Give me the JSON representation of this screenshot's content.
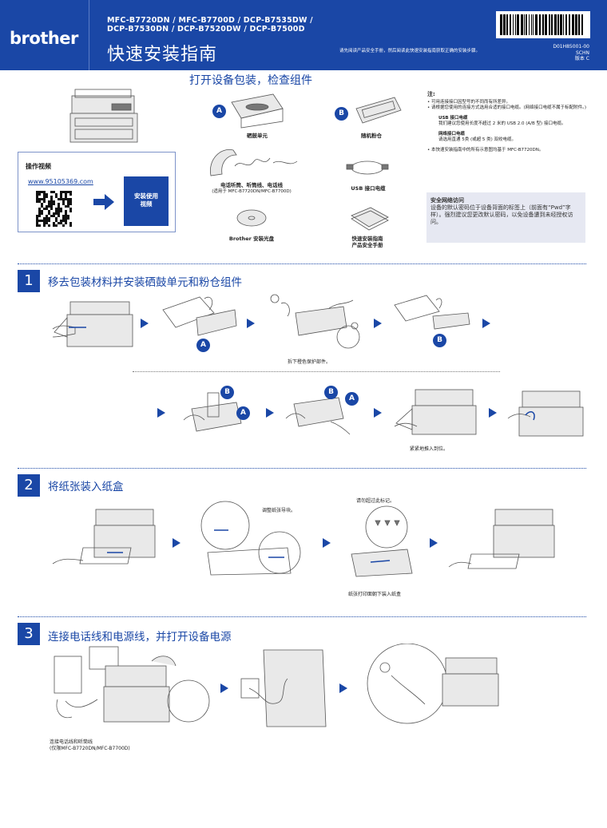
{
  "header": {
    "brand": "brother",
    "models_line1": "MFC-B7720DN / MFC-B7700D / DCP-B7535DW /",
    "models_line2": "DCP-B7530DN / DCP-B7520DW / DCP-B7500D",
    "title": "快速安装指南",
    "note": "请先阅读产品安全手册，然后阅读此快速安装指南获取正确的安装步骤。",
    "doc_code": "D01H85001-00",
    "lang": "SCHN",
    "version": "版本 C"
  },
  "unbox": {
    "title": "打开设备包装，检查组件",
    "items": {
      "a_label": "硒鼓单元",
      "b_label": "随机粉仓",
      "phone_label": "电话听筒、听筒线、电话线",
      "phone_sub": "(适用于 MFC-B7720DN/MFC-B7700D)",
      "usb_label": "USB 接口电缆",
      "cd_label": "Brother 安装光盘",
      "guide_label1": "快速安装指南",
      "guide_label2": "产品安全手册",
      "badge_a": "A",
      "badge_b": "B"
    },
    "video": {
      "title": "操作视频",
      "link": "www.95105369.com",
      "button_line1": "安装使用",
      "button_line2": "视频"
    }
  },
  "notes": {
    "title": "注:",
    "line1": "• 可用连接接口因型号的不同而有所差异。",
    "line2": "• 请根据您使用的连接方式选用合适的接口电缆。(网络接口电缆不属于标配附件。)",
    "usb_title": "USB 接口电缆",
    "usb_body": "我们建议您使用长度不超过 2 米的 USB 2.0 (A/B 型) 接口电缆。",
    "net_title": "网络接口电缆",
    "net_body": "请选用直通 5类 (或超 5 类) 双绞电缆。",
    "line3": "• 本快速安装指南中的所有示意图均基于 MFC-B7720DN。"
  },
  "security": {
    "title": "安全网络访问",
    "body": "设备的默认密码位于设备背面的标签上（前面有“Pwd”字样）。强烈建议您更改默认密码，以免设备遭到未经授权访问。"
  },
  "steps": [
    {
      "num": "1",
      "title": "移去包装材料并安装硒鼓单元和粉仓组件",
      "caption1": "拆下橙色保护部件。",
      "caption2": "紧紧地推入到位。"
    },
    {
      "num": "2",
      "title": "将纸张装入纸盒",
      "caption1": "调整纸张导块。",
      "caption2": "请勿超过此标记。",
      "caption3": "纸张打印面朝下装入纸盒"
    },
    {
      "num": "3",
      "title": "连接电话线和电源线，并打开设备电源",
      "caption1": "连接电话线和听筒线",
      "caption2": "(仅限MFC-B7720DN/MFC-B7700D)"
    }
  ]
}
